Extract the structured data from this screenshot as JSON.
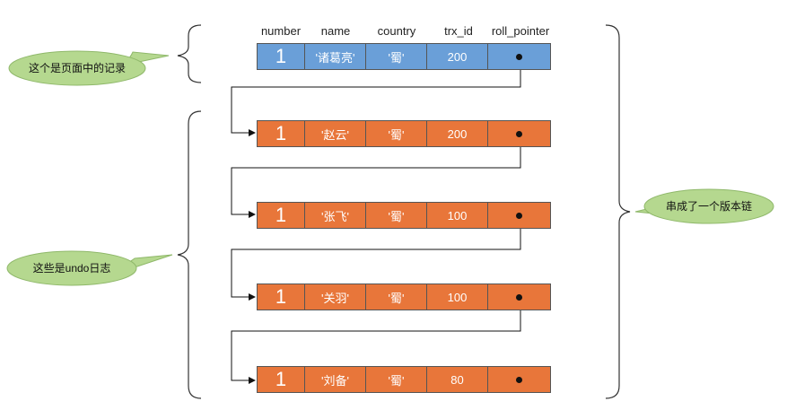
{
  "columns": [
    "number",
    "name",
    "country",
    "trx_id",
    "roll_pointer"
  ],
  "records": [
    {
      "number": "1",
      "name": "'诸葛亮'",
      "country": "'蜀'",
      "trx_id": "200",
      "kind": "page"
    },
    {
      "number": "1",
      "name": "'赵云'",
      "country": "'蜀'",
      "trx_id": "200",
      "kind": "undo"
    },
    {
      "number": "1",
      "name": "'张飞'",
      "country": "'蜀'",
      "trx_id": "100",
      "kind": "undo"
    },
    {
      "number": "1",
      "name": "'关羽'",
      "country": "'蜀'",
      "trx_id": "100",
      "kind": "undo"
    },
    {
      "number": "1",
      "name": "'刘备'",
      "country": "'蜀'",
      "trx_id": "80",
      "kind": "undo"
    }
  ],
  "annotations": {
    "page_record": "这个是页面中的记录",
    "undo_log": "这些是undo日志",
    "version_chain": "串成了一个版本链"
  },
  "colors": {
    "page_row": "#6a9fd8",
    "undo_row": "#e8763a",
    "bubble": "#b5d88f"
  }
}
